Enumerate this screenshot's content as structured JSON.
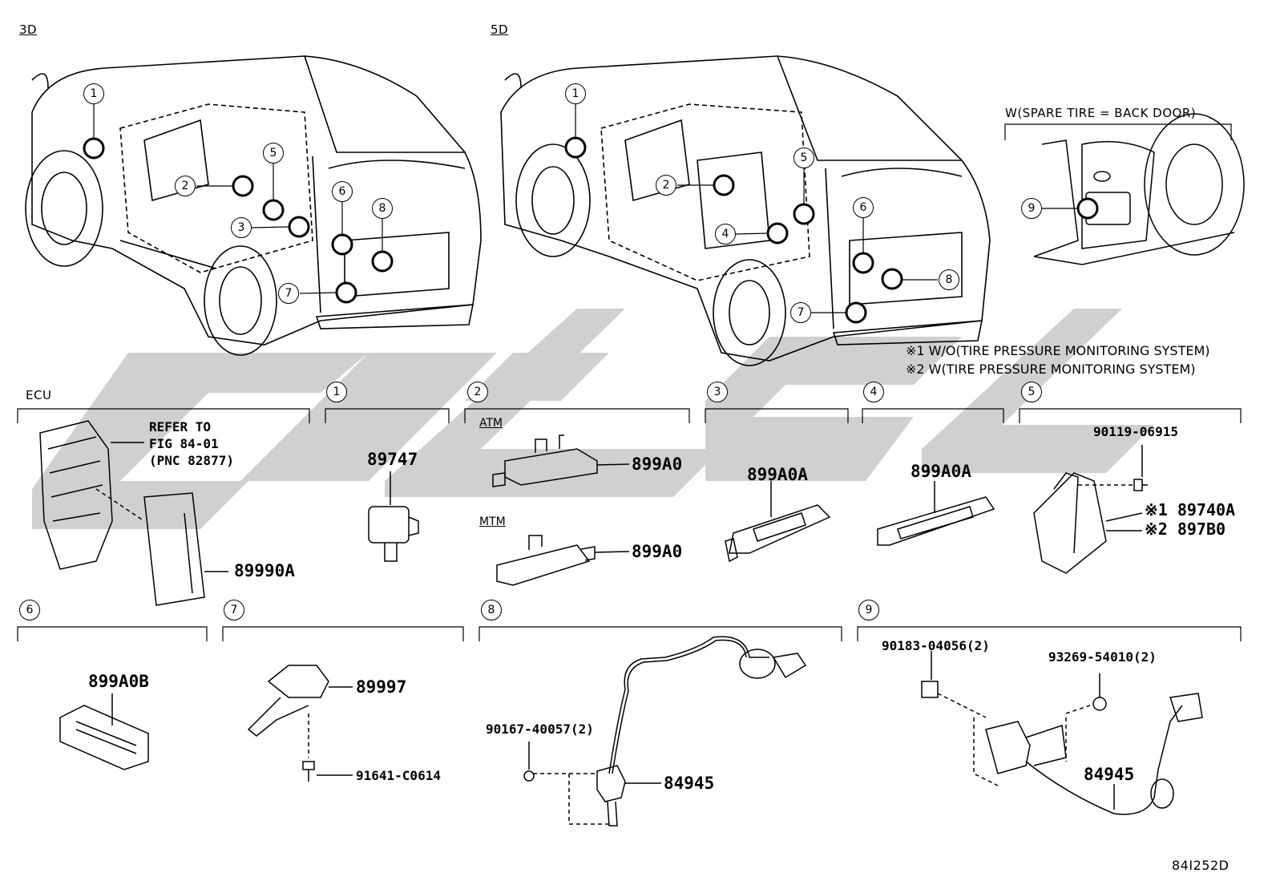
{
  "views": {
    "three_door": "3D",
    "five_door": "5D",
    "spare_tire": "W(SPARE TIRE = BACK DOOR)"
  },
  "callouts": [
    "1",
    "2",
    "3",
    "4",
    "5",
    "6",
    "7",
    "8",
    "9"
  ],
  "notes": {
    "note1": "※1 W/O(TIRE PRESSURE MONITORING SYSTEM)",
    "note2": "※2 W(TIRE PRESSURE MONITORING SYSTEM)"
  },
  "sections": {
    "ecu": {
      "header": "ECU",
      "refer": [
        "REFER TO",
        "FIG 84-01",
        "(PNC 82877)"
      ],
      "part": "89990A"
    },
    "s1": {
      "num": "1",
      "part": "89747"
    },
    "s2": {
      "num": "2",
      "atm": "ATM",
      "mtm": "MTM",
      "part_atm": "899A0",
      "part_mtm": "899A0"
    },
    "s3": {
      "num": "3",
      "part": "899A0A"
    },
    "s4": {
      "num": "4",
      "part": "899A0A"
    },
    "s5": {
      "num": "5",
      "bolt": "90119-06915",
      "part1": "※1 89740A",
      "part2": "※2 897B0"
    },
    "s6": {
      "num": "6",
      "part": "899A0B"
    },
    "s7": {
      "num": "7",
      "part": "89997",
      "bolt": "91641-C0614"
    },
    "s8": {
      "num": "8",
      "clip": "90167-40057(2)",
      "part": "84945"
    },
    "s9": {
      "num": "9",
      "nut": "90183-04056(2)",
      "bolt": "93269-54010(2)",
      "part": "84945"
    }
  },
  "figure_id": "84I252D",
  "colors": {
    "line": "#000000",
    "watermark": "#c8c8c8"
  }
}
